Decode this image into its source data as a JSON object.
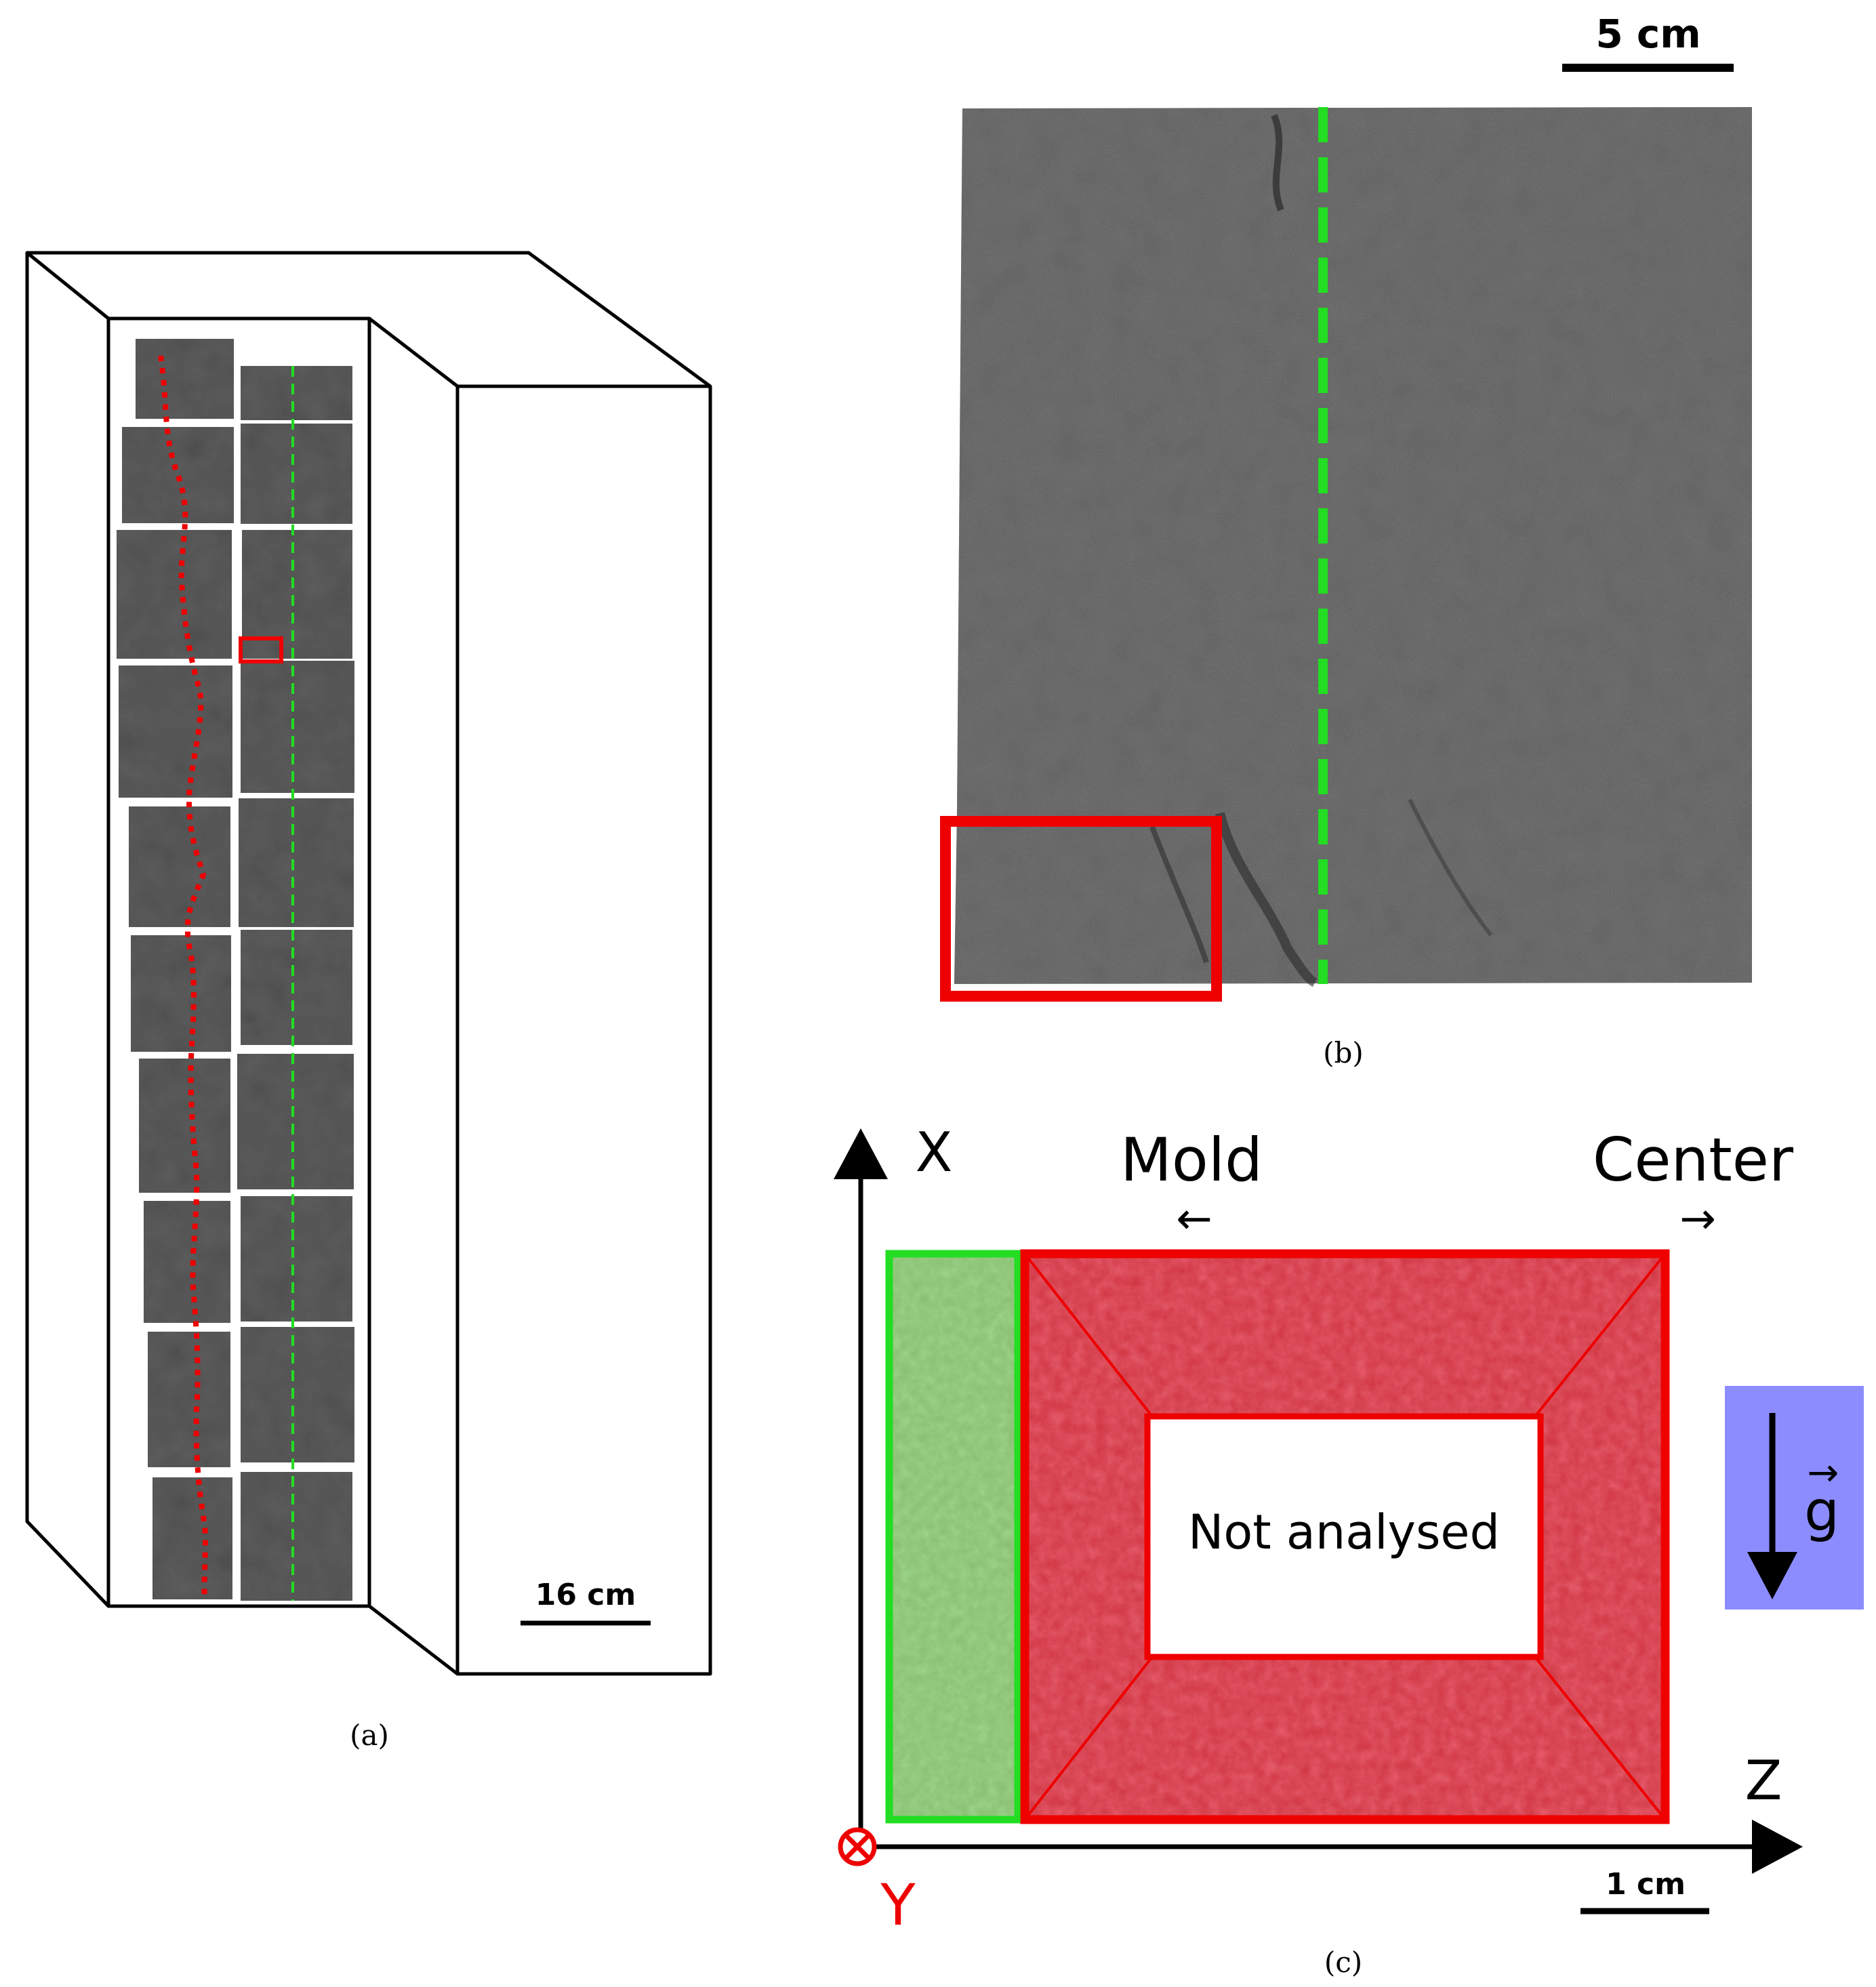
{
  "panel_a": {
    "caption": "(a)",
    "scale_label": "16 cm"
  },
  "panel_b": {
    "caption": "(b)",
    "scale_label": "5 cm"
  },
  "panel_c": {
    "caption": "(c)",
    "scale_label": "1 cm",
    "axis_x": "X",
    "axis_z": "Z",
    "axis_y": "Y",
    "mold_label": "Mold",
    "mold_arrow": "←",
    "center_label": "Center",
    "center_arrow": "→",
    "not_analysed": "Not analysed",
    "gravity_label": "g",
    "gravity_vector_mark": "→"
  },
  "colors": {
    "red_marker": "#ee0000",
    "green_marker": "#22dd22",
    "gravity_box": "#8c8cff",
    "sample_gray": "#5c5c5c"
  }
}
